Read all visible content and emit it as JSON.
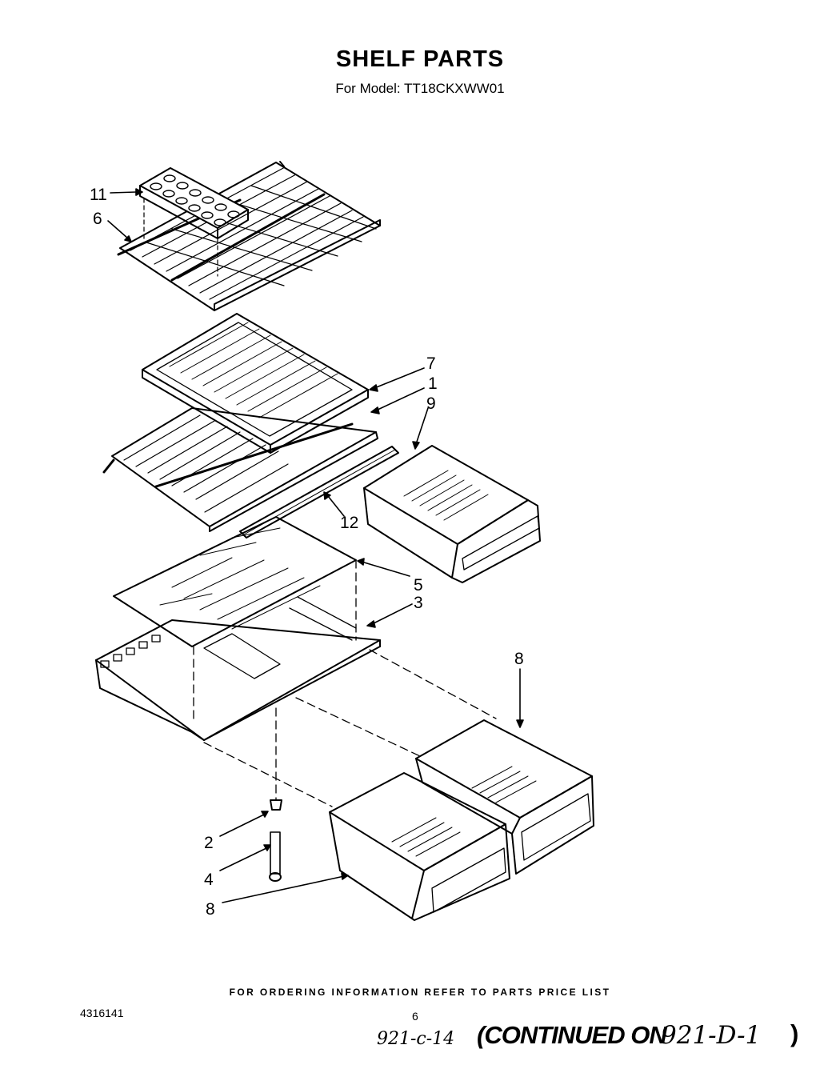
{
  "header": {
    "title": "SHELF PARTS",
    "subtitle": "For Model: TT18CKXWW01"
  },
  "callouts": {
    "c11": "11",
    "c6": "6",
    "c7": "7",
    "c1": "1",
    "c9": "9",
    "c12": "12",
    "c5": "5",
    "c3": "3",
    "c8a": "8",
    "c2": "2",
    "c4": "4",
    "c8b": "8"
  },
  "footer": {
    "note": "FOR ORDERING INFORMATION REFER TO PARTS PRICE LIST",
    "doc_number": "4316141",
    "page_number": "6",
    "handwritten_code": "921-c-14",
    "continued_label": "(CONTINUED ON",
    "handwritten_ref": "921-D-1",
    "close_paren": ")"
  }
}
